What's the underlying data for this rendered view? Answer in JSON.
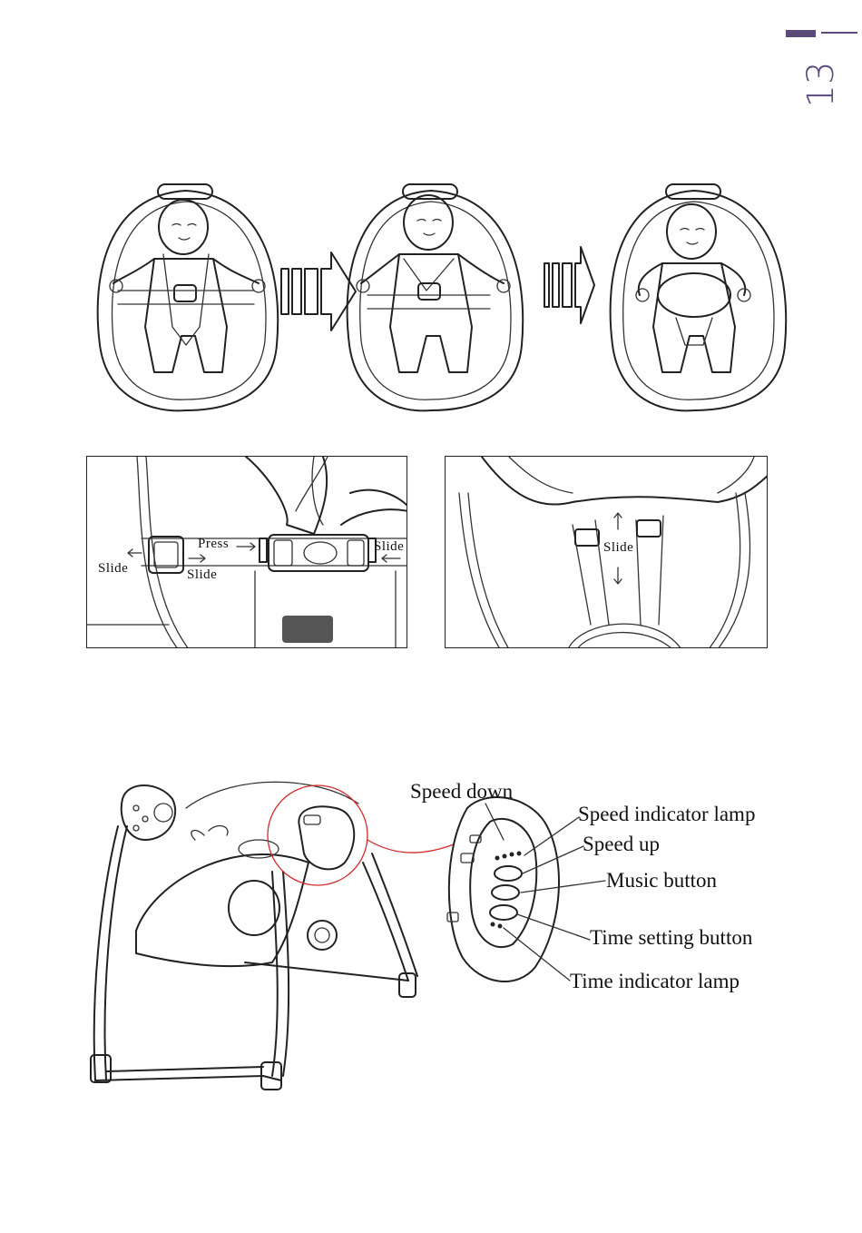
{
  "page": {
    "number": "13",
    "accent_color": "#5b4a7a"
  },
  "harness_panel": {
    "press_label": "Press",
    "slide_label_left": "Slide",
    "slide_label_middle": "Slide",
    "slide_label_right": "Slide"
  },
  "strap_panel": {
    "slide_label": "Slide"
  },
  "control_panel": {
    "speed_down": "Speed down",
    "speed_indicator_lamp": "Speed indicator lamp",
    "speed_up": "Speed up",
    "music_button": "Music button",
    "time_setting_button": "Time setting button",
    "time_indicator_lamp": "Time indicator lamp",
    "highlight_color": "#d22b2b"
  }
}
